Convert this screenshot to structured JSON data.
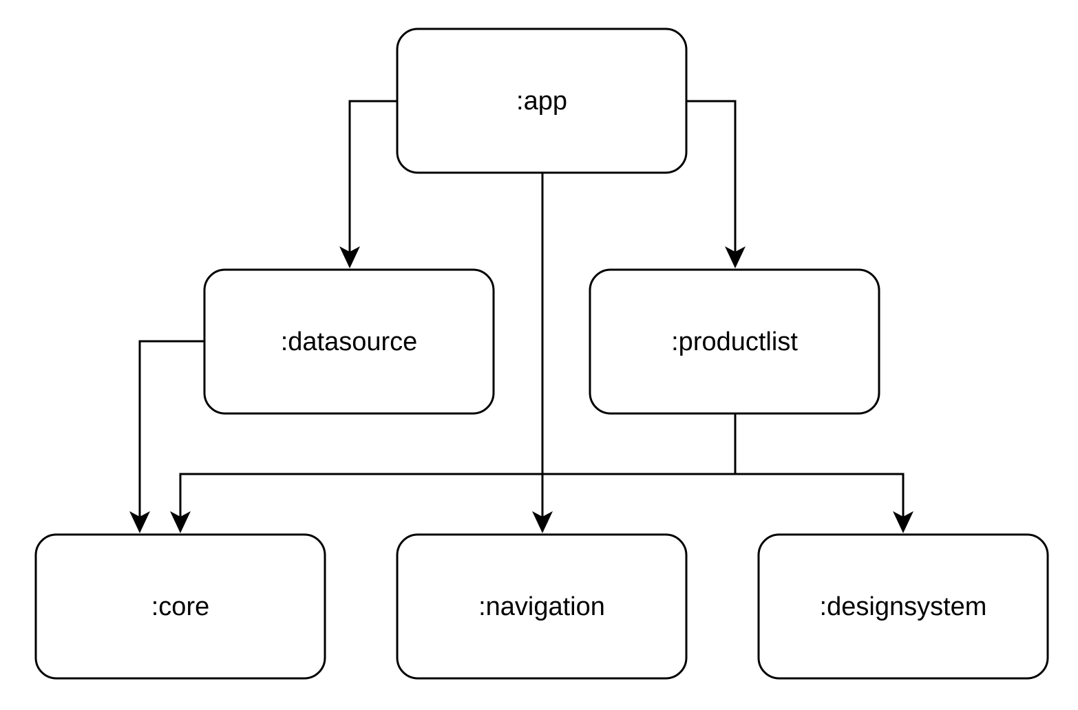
{
  "diagram": {
    "type": "module-dependency-graph",
    "stroke_color": "#000000",
    "fill_color": "#ffffff",
    "nodes": {
      "app": {
        "label": ":app"
      },
      "datasource": {
        "label": ":datasource"
      },
      "productlist": {
        "label": ":productlist"
      },
      "core": {
        "label": ":core"
      },
      "navigation": {
        "label": ":navigation"
      },
      "designsystem": {
        "label": ":designsystem"
      }
    },
    "edges": [
      {
        "from": ":app",
        "to": ":datasource"
      },
      {
        "from": ":app",
        "to": ":productlist"
      },
      {
        "from": ":app",
        "to": ":navigation"
      },
      {
        "from": ":datasource",
        "to": ":core"
      },
      {
        "from": ":productlist",
        "to": ":core"
      },
      {
        "from": ":productlist",
        "to": ":designsystem"
      }
    ]
  }
}
